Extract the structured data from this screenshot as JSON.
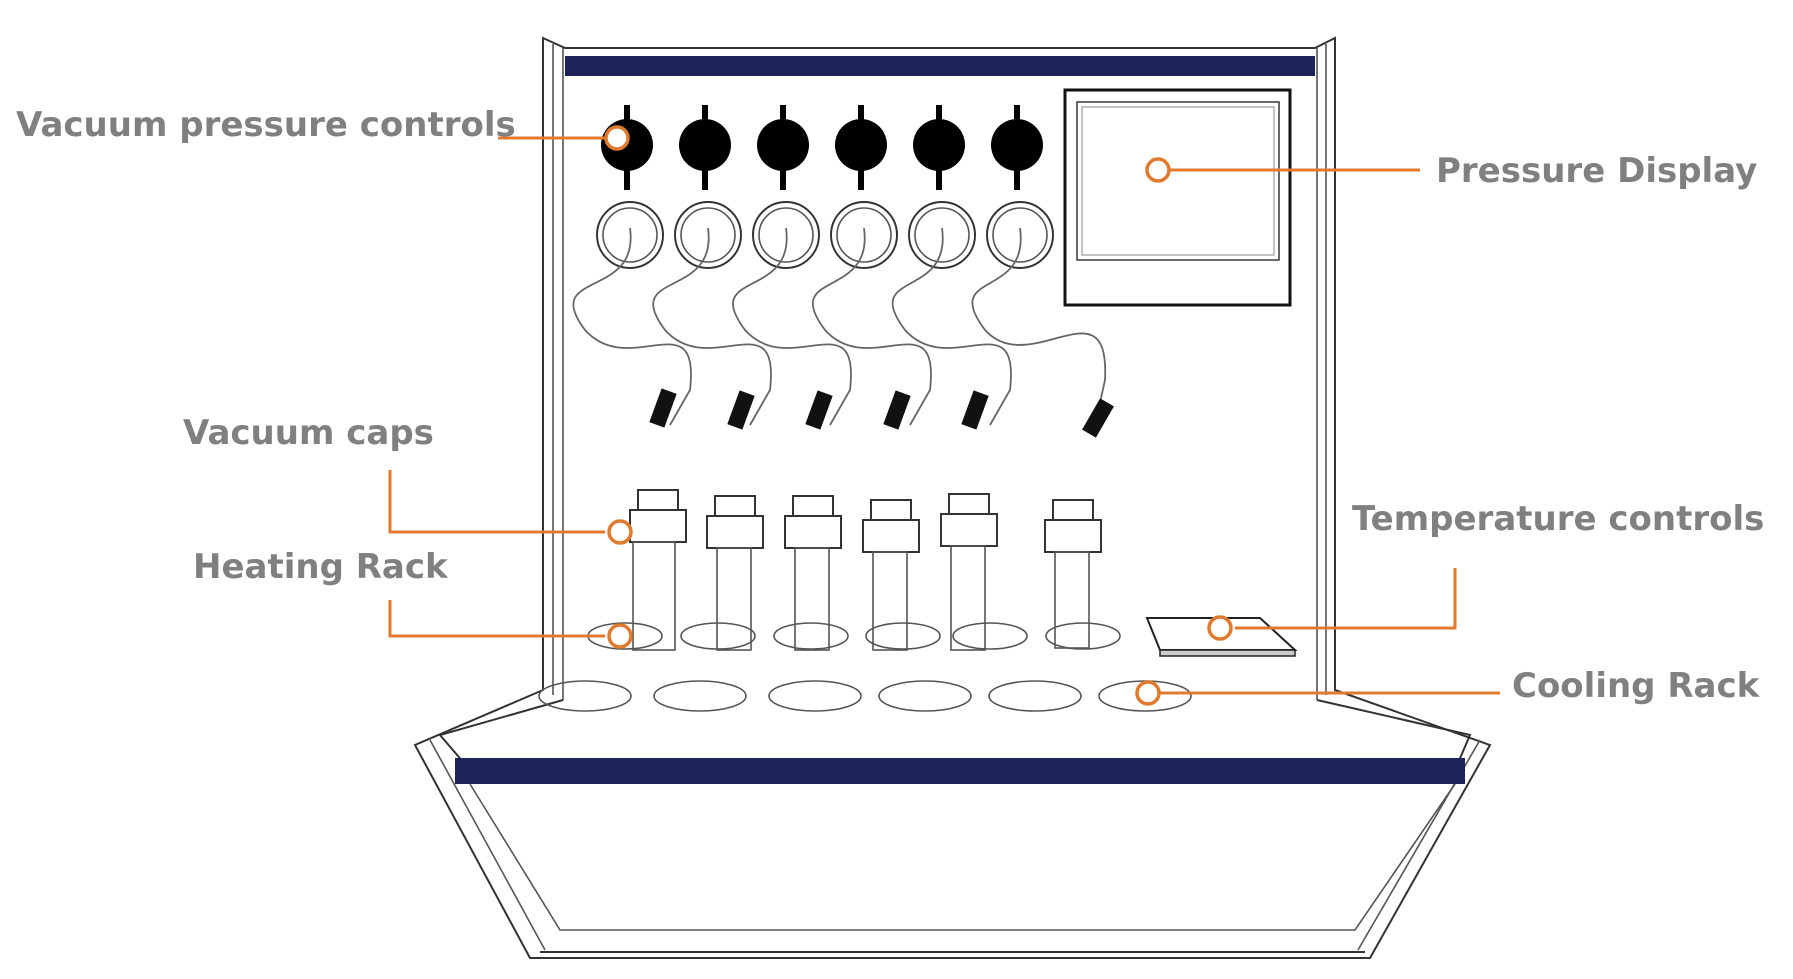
{
  "callouts": {
    "vacuum_pressure_controls": "Vacuum pressure controls",
    "pressure_display": "Pressure Display",
    "vacuum_caps": "Vacuum caps",
    "heating_rack": "Heating Rack",
    "temperature_controls": "Temperature controls",
    "cooling_rack": "Cooling Rack"
  },
  "colors": {
    "label_text": "#808080",
    "callout_accent": "#e07a2e",
    "trim_band": "#1f2458",
    "outline": "#333333"
  },
  "counts": {
    "vacuum_control_knobs": 6,
    "vacuum_caps": 6,
    "heating_rack_wells": 6,
    "cooling_rack_wells": 6
  }
}
